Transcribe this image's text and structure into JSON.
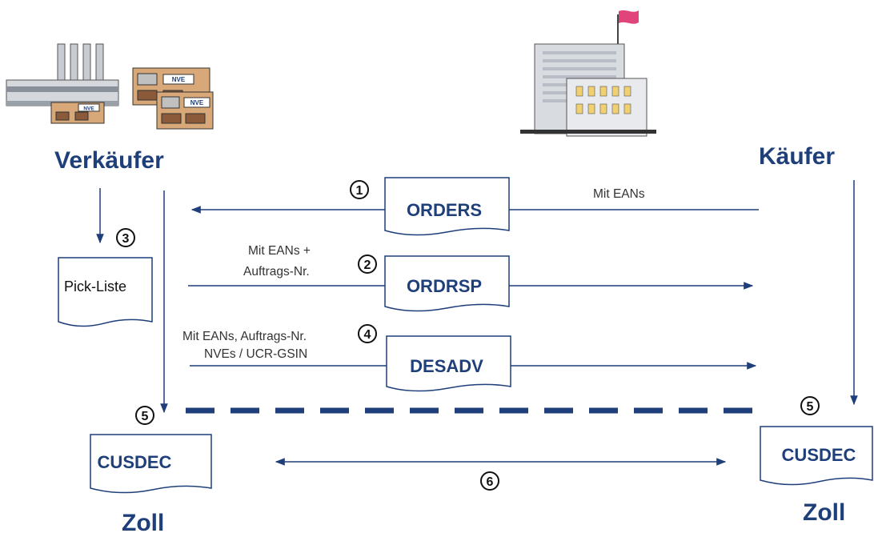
{
  "colors": {
    "navy": "#1f3f7a",
    "text": "#333333",
    "doc_border": "#1f3f7a",
    "building": "#d8dbe0",
    "box_orange": "#d9a878",
    "flag": "#e0447a"
  },
  "parties": {
    "seller": "Verkäufer",
    "buyer": "Käufer",
    "customs_left": "Zoll",
    "customs_right": "Zoll"
  },
  "nve_label": "NVE",
  "documents": {
    "orders": "ORDERS",
    "ordrsp": "ORDRSP",
    "desadv": "DESADV",
    "picklist": "Pick-Liste",
    "cusdec_left": "CUSDEC",
    "cusdec_right": "CUSDEC"
  },
  "notes": {
    "orders": "Mit EANs",
    "ordrsp_1": "Mit EANs +",
    "ordrsp_2": "Auftrags-Nr.",
    "desadv_1": "Mit EANs, Auftrags-Nr.",
    "desadv_2": "NVEs / UCR-GSIN"
  },
  "steps": {
    "s1": "1",
    "s2": "2",
    "s3": "3",
    "s4": "4",
    "s5a": "5",
    "s5b": "5",
    "s6": "6"
  }
}
